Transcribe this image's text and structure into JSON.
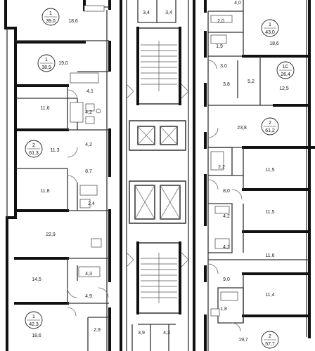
{
  "apartments": [
    {
      "id": "apt-left-1",
      "rooms": "1",
      "area": "39,0"
    },
    {
      "id": "apt-left-2",
      "rooms": "1",
      "area": "38,9"
    },
    {
      "id": "apt-left-3",
      "rooms": "2",
      "area": "61,3"
    },
    {
      "id": "apt-left-4",
      "rooms": "1",
      "area": "42,3"
    },
    {
      "id": "apt-right-1",
      "rooms": "1",
      "area": "43,0"
    },
    {
      "id": "apt-right-2",
      "rooms": "1С",
      "area": "26,4"
    },
    {
      "id": "apt-right-3",
      "rooms": "2",
      "area": "61,2"
    },
    {
      "id": "apt-right-4",
      "rooms": "2",
      "area": "57,7"
    }
  ],
  "room_areas": [
    "18,6",
    "19,0",
    "4,1",
    "11,6",
    "4,2",
    "4,2",
    "11,3",
    "8,7",
    "11,8",
    "2,4",
    "22,9",
    "14,5",
    "4,3",
    "4,9",
    "2,9",
    "18,6",
    "3,4",
    "3,4",
    "3,9",
    "4,3",
    "4,0",
    "2,0",
    "18,6",
    "1,9",
    "3,0",
    "3,8",
    "5,2",
    "12,5",
    "23,8",
    "2,2",
    "11,5",
    "8,0",
    "11,5",
    "4,2",
    "4,2",
    "11,6",
    "9,0",
    "11,4",
    "1,8",
    "19,7"
  ]
}
